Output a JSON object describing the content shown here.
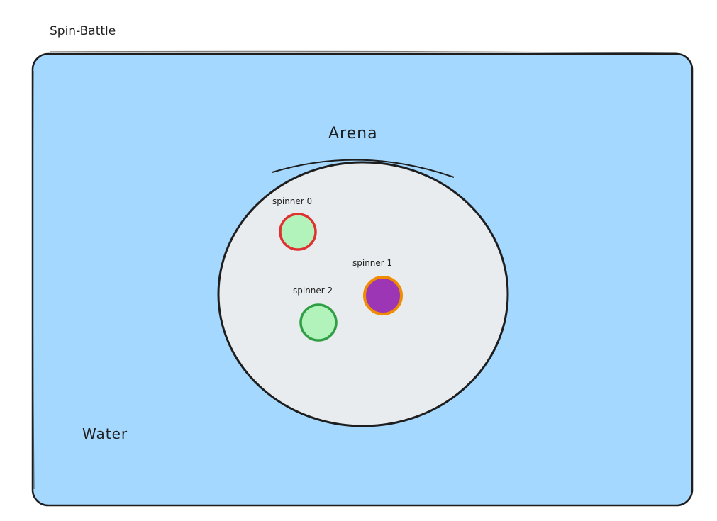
{
  "title": "Spin-Battle",
  "water": {
    "label": "Water",
    "fill": "#a5d8ff",
    "stroke": "#1e1e1e"
  },
  "arena": {
    "label": "Arena",
    "fill": "#e9ecef",
    "stroke": "#1e1e1e"
  },
  "spinners": [
    {
      "label": "spinner 0",
      "fill": "#b2f2bb",
      "stroke": "#e03131"
    },
    {
      "label": "spinner 1",
      "fill": "#9c36b5",
      "stroke": "#f08c00"
    },
    {
      "label": "spinner 2",
      "fill": "#b2f2bb",
      "stroke": "#2f9e44"
    }
  ]
}
